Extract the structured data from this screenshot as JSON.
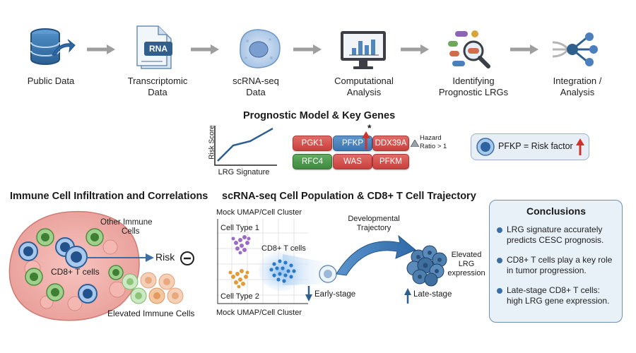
{
  "workflow": {
    "steps": [
      {
        "label_line1": "Public Data",
        "label_line2": "",
        "icon": "database-icon"
      },
      {
        "label_line1": "Transcriptomic",
        "label_line2": "Data",
        "icon": "rna-document-icon",
        "icon_text": "RNA"
      },
      {
        "label_line1": "scRNA-seq",
        "label_line2": "Data",
        "icon": "cell-icon"
      },
      {
        "label_line1": "Computational",
        "label_line2": "Analysis",
        "icon": "monitor-chart-icon"
      },
      {
        "label_line1": "Identifying",
        "label_line2": "Prognostic LRGs",
        "icon": "magnifier-icon"
      },
      {
        "label_line1": "Integration /",
        "label_line2": "Analysis",
        "icon": "network-icon"
      }
    ]
  },
  "model": {
    "title": "Prognostic Model & Key Genes",
    "plot_ylabel": "Risk Score",
    "plot_xlabel": "LRG Signature",
    "genes_row1": [
      "PGK1",
      "PFKP",
      "DDX39A"
    ],
    "genes_row2": [
      "RFC4",
      "WAS",
      "PFKM"
    ],
    "asterisk": "*",
    "hazard_line1": "Hazard",
    "hazard_line2": "Ratio > 1",
    "risk_factor": "PFKP = Risk factor",
    "colors": {
      "red_gene": "#c8403c",
      "blue_gene": "#3d74ad",
      "green_gene": "#3f8a3f",
      "arrow_red": "#d1322b"
    }
  },
  "immune": {
    "title": "Immune Cell Infiltration and Correlations",
    "other_line1": "Other Immune",
    "other_line2": "Cells",
    "cd8": "CD8+ T cells",
    "risk": "Risk",
    "elevated": "Elevated Immune Cells"
  },
  "scrna": {
    "title": "scRNA-seq Cell Population & CD8+ T Cell Trajectory",
    "umap_top": "Mock UMAP/Cell Cluster",
    "umap_bottom": "Mock UMAP/Cell Cluster",
    "type1": "Cell Type 1",
    "type2": "Cell Type 2",
    "cd8": "CD8+ T cells",
    "traj_line1": "Developmental",
    "traj_line2": "Trajectory",
    "early": "Early-stage",
    "late": "Late-stage",
    "elev_line1": "Elevated",
    "elev_line2": "LRG",
    "elev_line3": "expression"
  },
  "conclusions": {
    "title": "Conclusions",
    "items": [
      {
        "l1": "LRG signature accurately",
        "l2": "predicts CESC prognosis.",
        "l3": ""
      },
      {
        "l1": "CD8+ T cells play a key role",
        "l2": "in tumor progression.",
        "l3": ""
      },
      {
        "l1": "Late-stage CD8+ T cells:",
        "l2": "high LRG gene expression.",
        "l3": ""
      }
    ]
  }
}
